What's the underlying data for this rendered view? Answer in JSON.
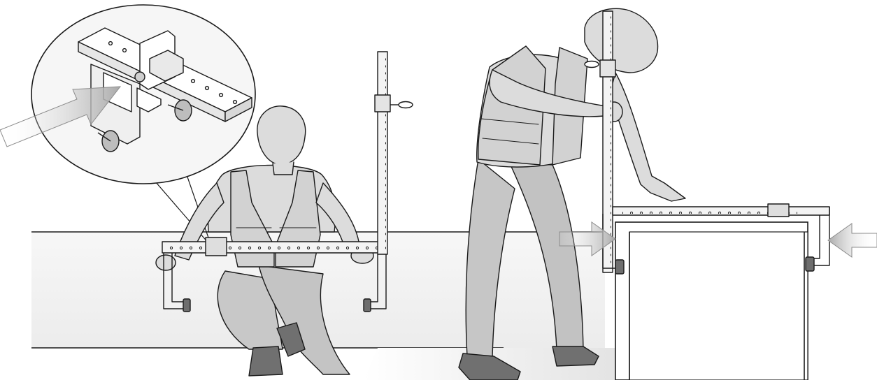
{
  "illustration": {
    "colors": {
      "line": "#1a1a1a",
      "skin": "#dcdcdc",
      "vest": "#d2d2d2",
      "pants": "#c8c8c8",
      "shoe": "#707070",
      "arrow": "#b9b9b9",
      "metal": "#f4f4f4",
      "floor": "#e9e9e9",
      "wall": "#f0f0f0"
    },
    "icons": {
      "detail_callout": "magnifier-circle",
      "pointer": "gray-arrow",
      "clamp_direction": "gray-arrow"
    }
  }
}
